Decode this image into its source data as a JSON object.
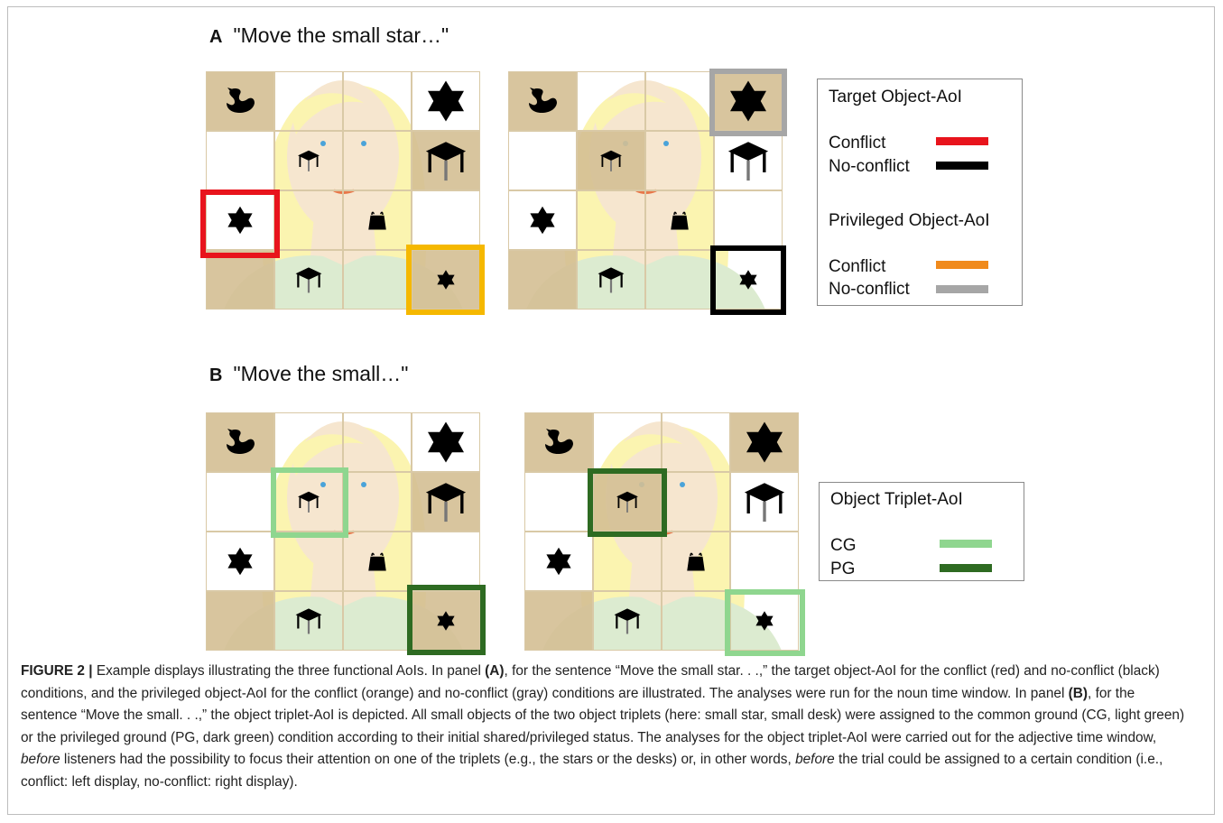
{
  "panelA": {
    "letter": "A",
    "title": "\"Move the small star…\"",
    "legend": {
      "title1": "Target Object-AoI",
      "t_conflict": "Conflict",
      "t_noconflict": "No-conflict",
      "title2": "Privileged Object-AoI",
      "p_conflict": "Conflict",
      "p_noconflict": "No-conflict"
    }
  },
  "panelB": {
    "letter": "B",
    "title": "\"Move the small…\"",
    "legend": {
      "title": "Object Triplet-AoI",
      "cg": "CG",
      "pg": "PG"
    }
  },
  "colors": {
    "conflict_red": "#e8141c",
    "noconflict_black": "#000000",
    "privileged_orange": "#f5b800",
    "privileged_orange_legend": "#f08a1c",
    "privileged_gray": "#a6a6a6",
    "cg_light_green": "#8fd68f",
    "pg_dark_green": "#2e6b22",
    "tan": "#d4bf94"
  },
  "caption": {
    "figure_label": "FIGURE 2 |",
    "p1": " Example displays illustrating the three functional AoIs. In panel ",
    "a_label": "(A)",
    "p2": ", for the sentence “Move the small star. . .,” the target object-AoI for the conflict (red) and no-conflict (black) conditions, and the privileged object-AoI for the conflict (orange) and no-conflict (gray) conditions are illustrated. The analyses were run for the noun time window. In panel ",
    "b_label": "(B)",
    "p3": ", for the sentence “Move the small. . .,” the object triplet-AoI is depicted. All small objects of the two object triplets (here: small star, small desk) were assigned to the common ground (CG, light green) or the privileged ground (PG, dark green) condition according to their initial shared/privileged status. The analyses for the object triplet-AoI were carried out for the adjective time window, ",
    "before1": "before",
    "p4": " listeners had the possibility to focus their attention on one of the triplets (e.g., the stars or the desks) or, in other words, ",
    "before2": "before",
    "p5": " the trial could be assigned to a certain condition (i.e., conflict: left display, no-conflict: right display)."
  }
}
